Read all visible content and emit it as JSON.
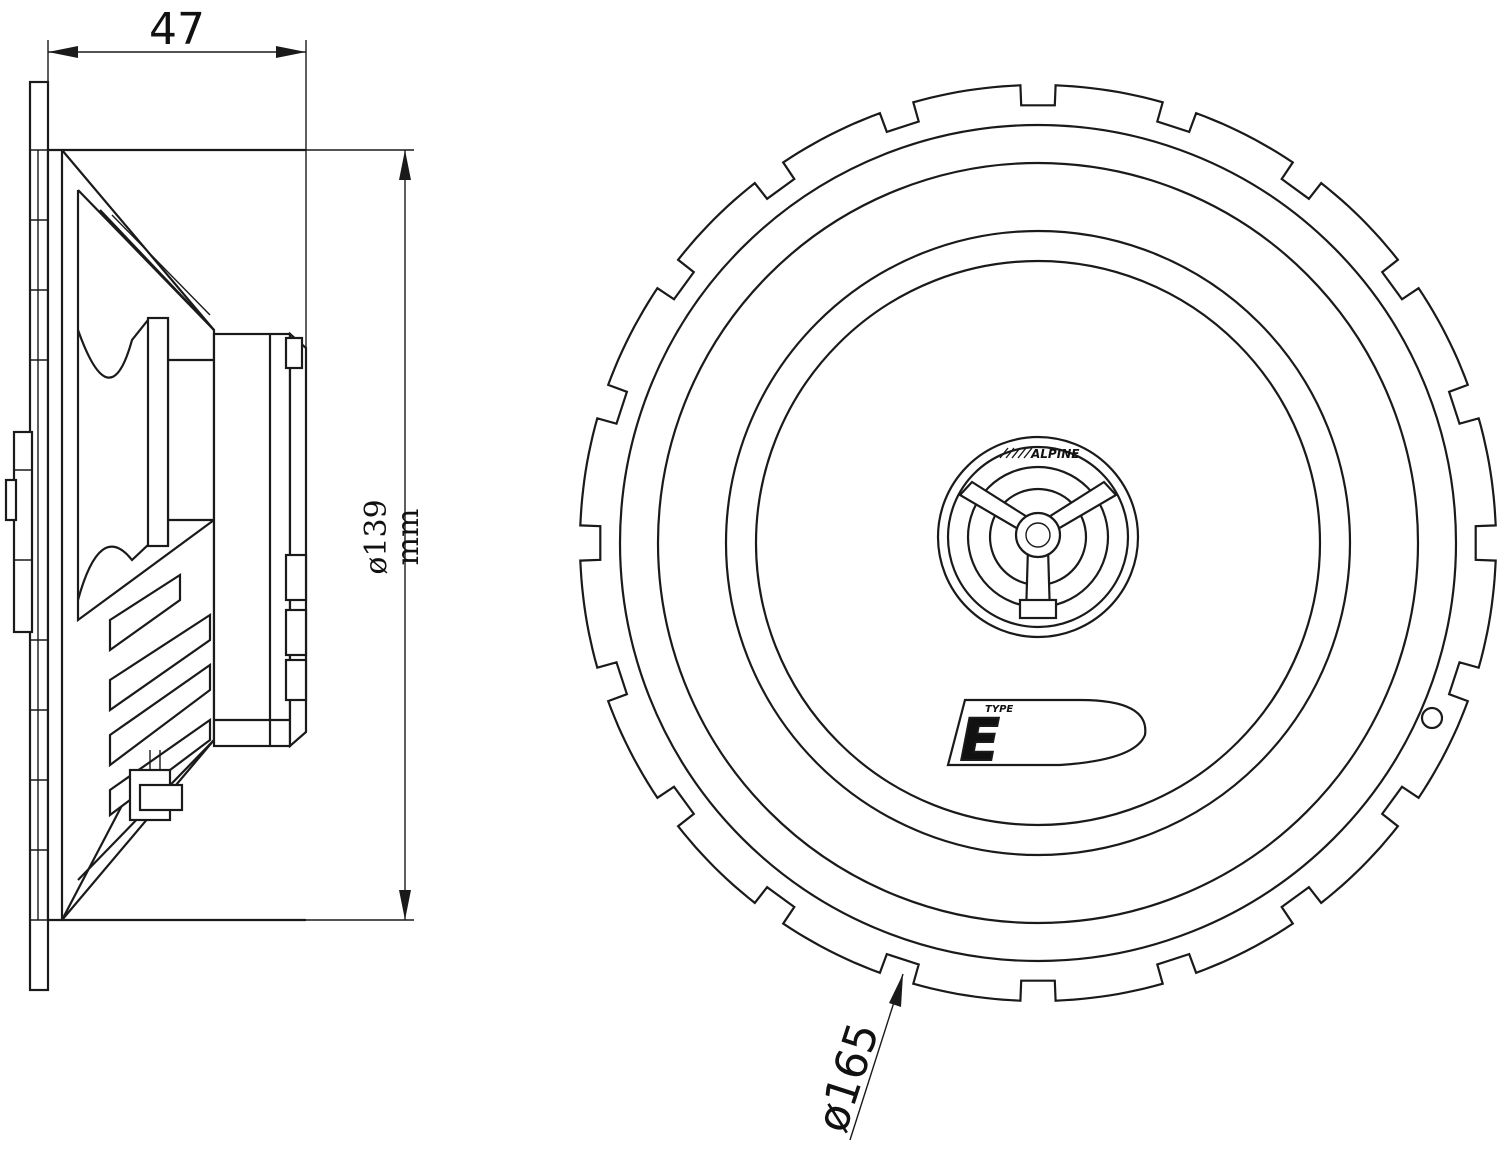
{
  "dimensions": {
    "depth_label": "47",
    "mount_diameter_label": "ø139",
    "mount_diameter_unit": "mm",
    "outer_diameter_label": "ø165"
  },
  "front_view": {
    "brand_logo_text": "ALPINE",
    "series_badge_text": "E",
    "series_badge_subtext": "TYPE"
  },
  "colors": {
    "line": "#1a1a1a",
    "background": "#ffffff"
  }
}
